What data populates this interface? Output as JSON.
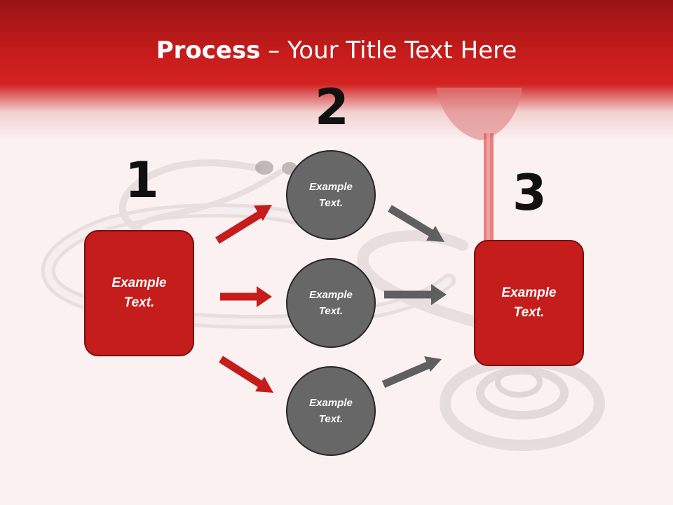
{
  "title": {
    "bold": "Process",
    "rest": " – Your Title Text Here"
  },
  "steps": {
    "one": "1",
    "two": "2",
    "three": "3"
  },
  "box_left": {
    "line1": "Example",
    "line2": "Text."
  },
  "box_right": {
    "line1": "Example",
    "line2": "Text."
  },
  "circles": [
    {
      "line1": "Example",
      "line2": "Text."
    },
    {
      "line1": "Example",
      "line2": "Text."
    },
    {
      "line1": "Example",
      "line2": "Text."
    }
  ],
  "colors": {
    "accent": "#c51c1c",
    "circle": "#676767",
    "arrow_gray": "#5f5f5f"
  }
}
